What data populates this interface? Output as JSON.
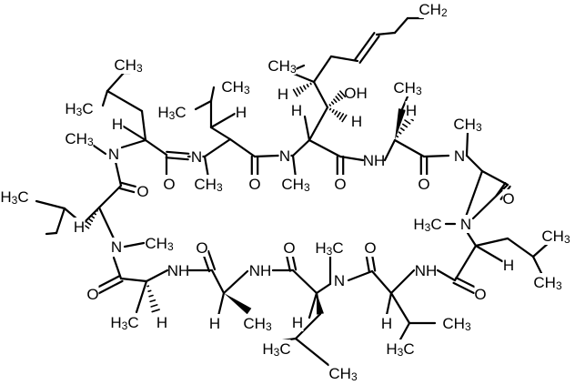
{
  "diagram": {
    "atoms": [
      {
        "name": "ch2-terminal",
        "label": "CH2"
      },
      {
        "name": "butenyl-ch3",
        "label": "CH3"
      },
      {
        "name": "butenyl-h",
        "label": "H"
      },
      {
        "name": "bmt-oh",
        "label": "OH"
      },
      {
        "name": "bmt-beta-h",
        "label": "H"
      },
      {
        "name": "bmt-alpha-h",
        "label": "H"
      },
      {
        "name": "abu-ch3",
        "label": "CH3"
      },
      {
        "name": "abu-alpha-h",
        "label": "H"
      },
      {
        "name": "leu1-ch3-top",
        "label": "CH3"
      },
      {
        "name": "leu1-ch3-left",
        "label": "H3C"
      },
      {
        "name": "leu1-alpha-h",
        "label": "H"
      },
      {
        "name": "val-ch3-right",
        "label": "CH3"
      },
      {
        "name": "val-ch3-left",
        "label": "H3C"
      },
      {
        "name": "val-alpha-h",
        "label": "H"
      },
      {
        "name": "n-leu1",
        "label": "N"
      },
      {
        "name": "n-leu1-ch3",
        "label": "CH3"
      },
      {
        "name": "n-val",
        "label": "N"
      },
      {
        "name": "n-val-ch3",
        "label": "CH3"
      },
      {
        "name": "n-bmt",
        "label": "N"
      },
      {
        "name": "n-bmt-ch3",
        "label": "CH3"
      },
      {
        "name": "nh-abu",
        "label": "NH"
      },
      {
        "name": "n-sar",
        "label": "N"
      },
      {
        "name": "n-sar-ch3",
        "label": "CH3"
      },
      {
        "name": "o-leu1",
        "label": "O"
      },
      {
        "name": "o-val",
        "label": "O"
      },
      {
        "name": "o-bmt",
        "label": "O"
      },
      {
        "name": "o-abu",
        "label": "O"
      },
      {
        "name": "o-leu-top-left",
        "label": "O"
      },
      {
        "name": "o-sar",
        "label": "O"
      },
      {
        "name": "leu2-ch3-left",
        "label": "H3C"
      },
      {
        "name": "leu2-alpha-h",
        "label": "H"
      },
      {
        "name": "n-leu2",
        "label": "N"
      },
      {
        "name": "n-leu2-ch3",
        "label": "CH3"
      },
      {
        "name": "n-leu3",
        "label": "N"
      },
      {
        "name": "n-leu3-ch3",
        "label": "H3C"
      },
      {
        "name": "leu3-alpha-h",
        "label": "H"
      },
      {
        "name": "leu3-ch3-top",
        "label": "CH3"
      },
      {
        "name": "leu3-ch3-bottom",
        "label": "CH3"
      },
      {
        "name": "o-leu2",
        "label": "O"
      },
      {
        "name": "nh-ala1",
        "label": "NH"
      },
      {
        "name": "o-ala1",
        "label": "O"
      },
      {
        "name": "nh-ala2",
        "label": "NH"
      },
      {
        "name": "o-ala2",
        "label": "O"
      },
      {
        "name": "n-leu4",
        "label": "N"
      },
      {
        "name": "n-leu4-ch3",
        "label": "H3C"
      },
      {
        "name": "o-leu4",
        "label": "O"
      },
      {
        "name": "o-val2",
        "label": "O"
      },
      {
        "name": "nh-val2",
        "label": "NH"
      },
      {
        "name": "ala1-ch3",
        "label": "H3C"
      },
      {
        "name": "ala1-alpha-h",
        "label": "H"
      },
      {
        "name": "ala2-alpha-h",
        "label": "H"
      },
      {
        "name": "ala2-ch3",
        "label": "CH3"
      },
      {
        "name": "leu4-alpha-h",
        "label": "H"
      },
      {
        "name": "leu4-ch3-left",
        "label": "H3C"
      },
      {
        "name": "leu4-ch3-bottom",
        "label": "CH3"
      },
      {
        "name": "val2-alpha-h",
        "label": "H"
      },
      {
        "name": "val2-ch3-right",
        "label": "CH3"
      },
      {
        "name": "val2-ch3-left",
        "label": "H3C"
      }
    ]
  }
}
